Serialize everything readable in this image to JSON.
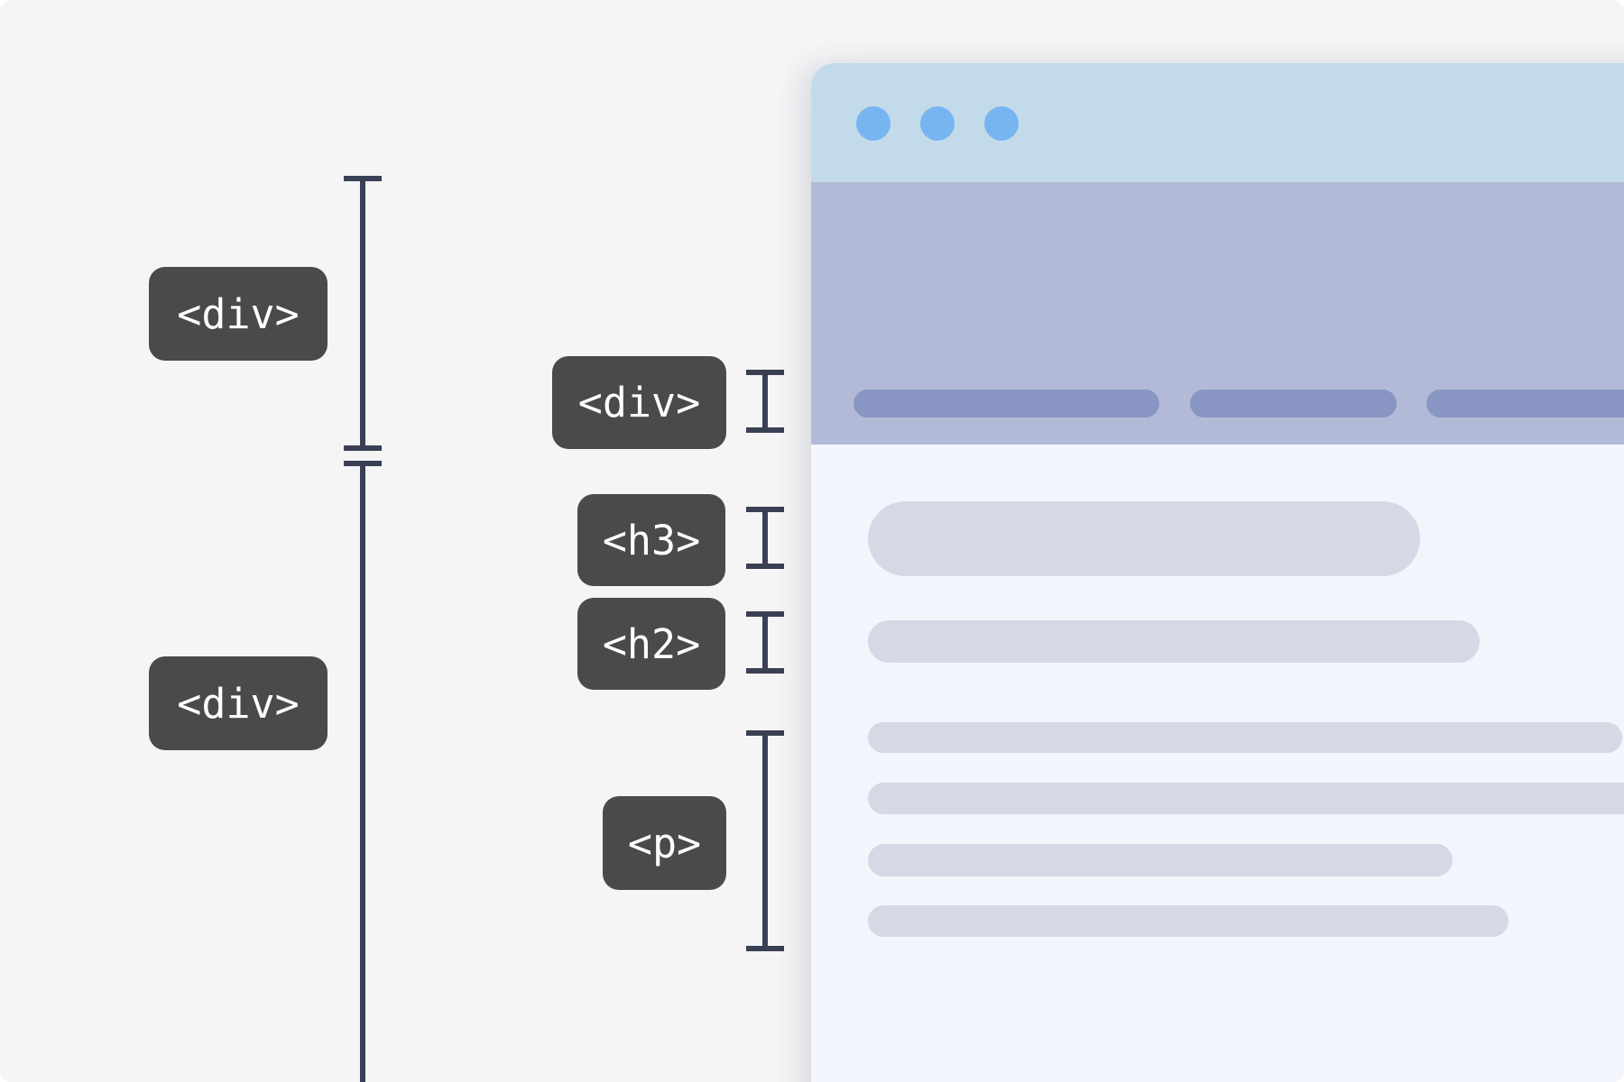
{
  "title": "Semantic HTML structure diagram over browser wireframe",
  "colors": {
    "canvas_bg": "#f5f5f6",
    "label_bg": "#4a4a4a",
    "label_text": "#ffffff",
    "bracket": "#3a4054",
    "titlebar": "#c3daeb",
    "dot": "#77b5f1",
    "navbar": "#b2bad7",
    "pill": "#8996c3",
    "content_bg": "#f2f5fb",
    "bar": "#d6d8e5"
  },
  "labels": {
    "outer_header_div": "<div>",
    "outer_content_div": "<div>",
    "nav_div": "<div>",
    "heading_h3": "<h3>",
    "heading_h2": "<h2>",
    "paragraph_p": "<p>"
  },
  "browser": {
    "window_dot_count": 3,
    "nav_pill_count": 3,
    "content_bar_count": 6
  }
}
